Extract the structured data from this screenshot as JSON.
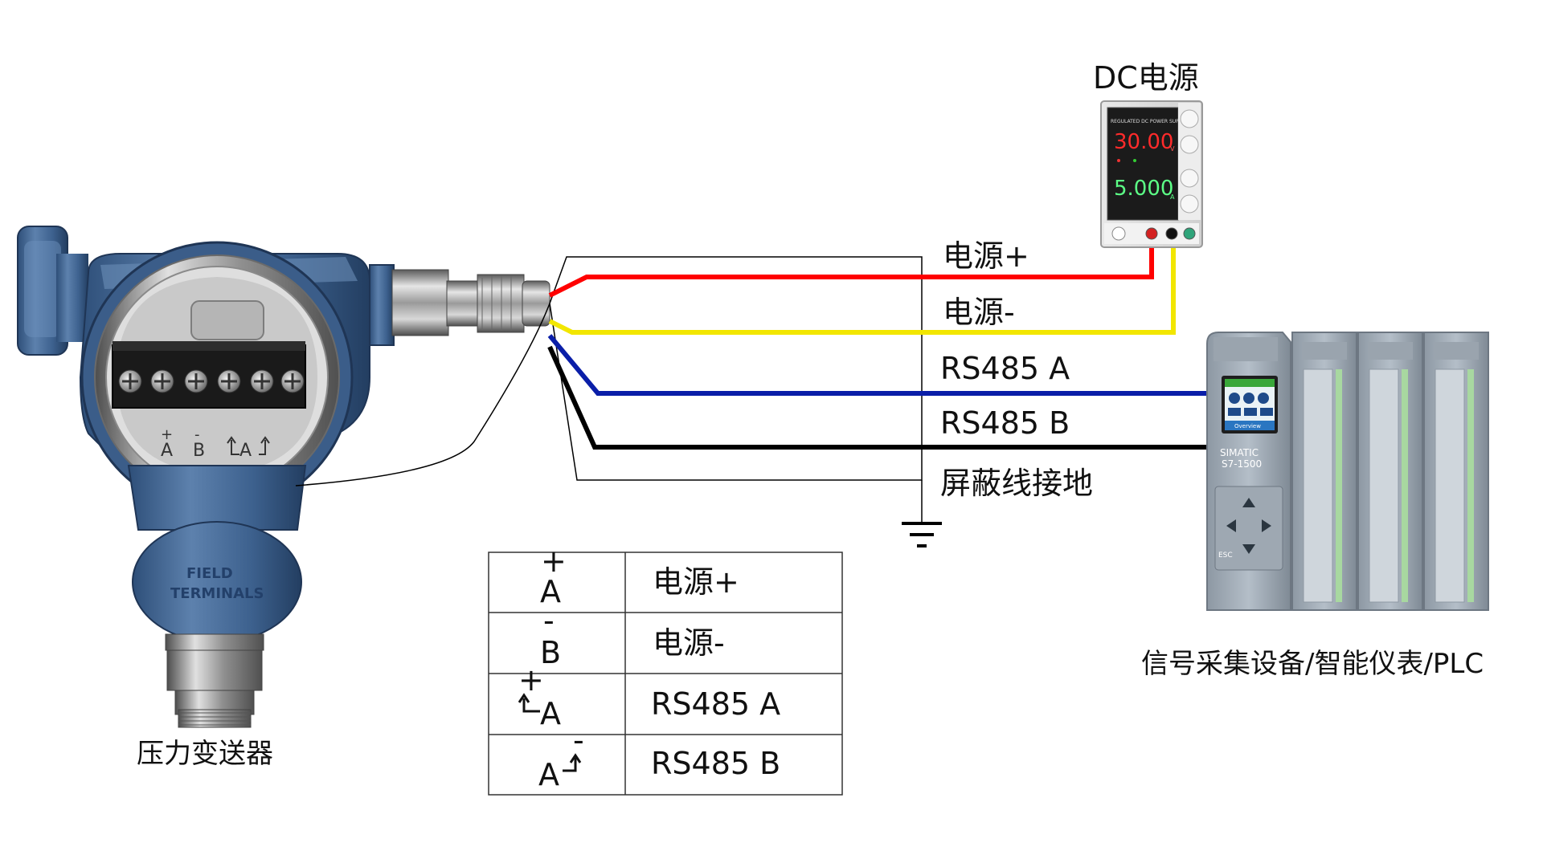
{
  "transmitter": {
    "caption": "压力变送器",
    "badge_line1": "FIELD",
    "badge_line2": "TERMINALS",
    "terminal_marks": [
      "A",
      "B",
      "A",
      "A"
    ]
  },
  "power_supply": {
    "title": "DC电源",
    "header": "REGULATED DC POWER SUPPLY",
    "voltage_display": "30.00",
    "voltage_unit": "V",
    "current_display": "5.000",
    "current_unit": "A"
  },
  "plc": {
    "caption": "信号采集设备/智能仪表/PLC",
    "model_line1": "SIMATIC",
    "model_line2": "S7-1500",
    "screen_label": "Overview",
    "esc_label": "ESC"
  },
  "wires": [
    {
      "label": "电源+",
      "color": "#ff0000"
    },
    {
      "label": "电源-",
      "color": "#f2e600"
    },
    {
      "label": "RS485 A",
      "color": "#0a1ea8"
    },
    {
      "label": "RS485 B",
      "color": "#000000"
    },
    {
      "label": "屏蔽线接地",
      "color": "#000000"
    }
  ],
  "legend": {
    "rows": [
      {
        "symbol_main": "A",
        "symbol_mark": "+",
        "description": "电源+"
      },
      {
        "symbol_main": "B",
        "symbol_mark": "-",
        "description": "电源-"
      },
      {
        "symbol_main": "A",
        "symbol_mark": "+",
        "description": "RS485 A"
      },
      {
        "symbol_main": "A",
        "symbol_mark": "-",
        "description": "RS485 B"
      }
    ]
  }
}
